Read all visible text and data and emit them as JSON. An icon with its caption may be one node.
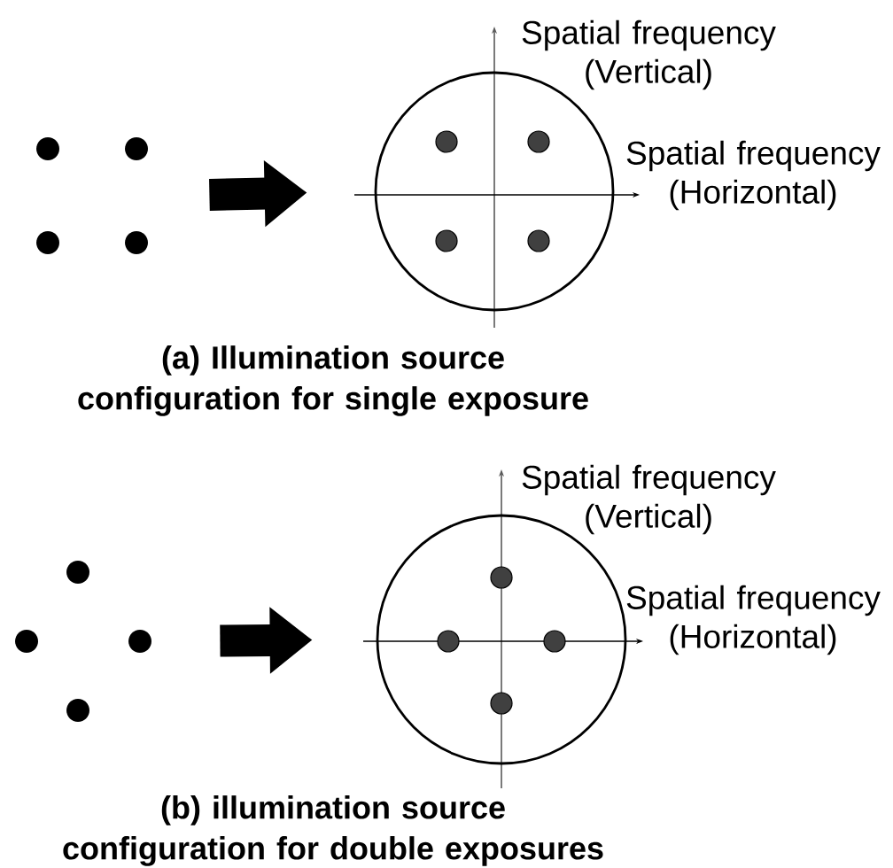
{
  "diagram": {
    "nodes": [
      {
        "text": [],
        "shape": "picture"
      },
      {
        "text": [],
        "shape": "circle"
      },
      {
        "text": [],
        "shape": "picture"
      },
      {
        "text": [],
        "shape": "circle"
      }
    ],
    "edges": [
      {
        "from": 0,
        "to": 1,
        "arrow": "to"
      },
      {
        "from": 2,
        "to": 3,
        "arrow": "to"
      }
    ],
    "labels": [
      "Spatial frequency (Vertical)",
      "Spatial frequency (Horizontal)",
      "(a) Illumination source configuration for single exposure",
      "Spatial frequency (Vertical)",
      "Spatial frequency (Horizontal)",
      "(b) illumination source configuration for double exposures"
    ]
  }
}
